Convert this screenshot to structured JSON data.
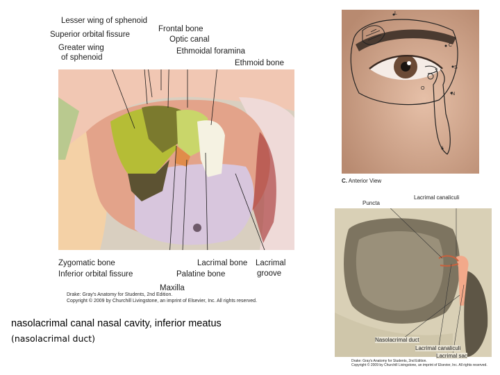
{
  "orbit_figure": {
    "labels": {
      "lesser_wing": "Lesser wing of sphenoid",
      "superior_orbital_fissure": "Superior orbital fissure",
      "greater_wing_1": "Greater wing",
      "greater_wing_2": "of sphenoid",
      "frontal_bone": "Frontal bone",
      "optic_canal": "Optic canal",
      "ethmoidal_foramina": "Ethmoidal foramina",
      "ethmoid_bone": "Ethmoid bone",
      "zygomatic_bone": "Zygomatic bone",
      "inferior_orbital_fissure": "Inferior orbital fissure",
      "lacrimal_bone": "Lacrimal bone",
      "palatine_bone": "Palatine bone",
      "lacrimal_groove_1": "Lacrimal",
      "lacrimal_groove_2": "groove",
      "maxilla": "Maxilla"
    },
    "credit_1": "Drake: Gray's Anatomy for Students, 2nd Edition.",
    "credit_2": "Copyright © 2009 by Churchill Livingstone, an imprint of Elsevier, Inc. All rights reserved."
  },
  "face_figure": {
    "markers": {
      "L": "L",
      "C": "C",
      "S": "S",
      "O": "O",
      "N": "N",
      "I": "I"
    },
    "caption_bold": "C.",
    "caption_rest": "Anterior View"
  },
  "lacrimal_figure": {
    "labels": {
      "puncta": "Puncta",
      "lacrimal_canaliculi_top": "Lacrimal canaliculi",
      "nasolacrimal_duct": "Nasolacrimal duct",
      "lacrimal_canaliculi_bottom": "Lacrimal canaliculi",
      "lacrimal_sac": "Lacrimal sac"
    },
    "credit_1": "Drake: Gray's Anatomy for Students, 2nd Edition.",
    "credit_2": "Copyright © 2009 by Churchill Livingstone, an imprint of Elsevier, Inc. All rights reserved."
  },
  "caption": {
    "term": "nasolacrimal canal",
    "description": "nasal cavity, inferior meatus",
    "alt_name": "(nasolacrimal duct)"
  }
}
